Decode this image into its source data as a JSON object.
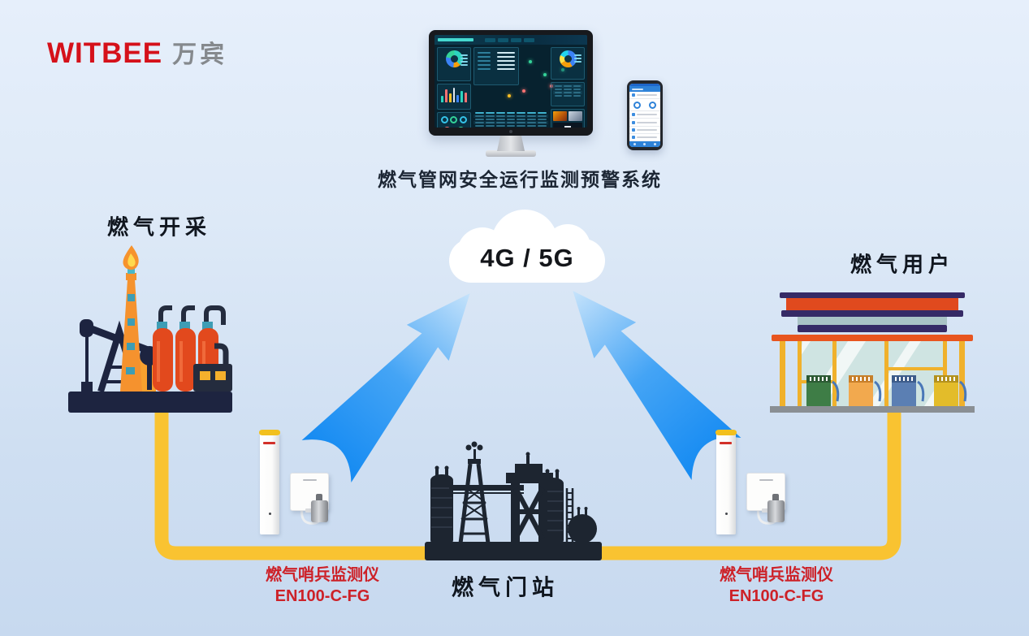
{
  "logo": {
    "brand": "WITBEE",
    "cn": "万宾"
  },
  "system": {
    "title": "燃气管网安全运行监测预警系统"
  },
  "network": {
    "label": "4G / 5G"
  },
  "nodes": {
    "extraction": {
      "label": "燃气开采"
    },
    "users": {
      "label": "燃气用户"
    },
    "gate": {
      "label": "燃气门站"
    }
  },
  "sensors": {
    "left": {
      "name": "燃气哨兵监测仪",
      "model": "EN100-C-FG"
    },
    "right": {
      "name": "燃气哨兵监测仪",
      "model": "EN100-C-FG"
    }
  },
  "colors": {
    "brand_red": "#d5111a",
    "label_red": "#cd2128",
    "pipe_yellow": "#f9c331",
    "arrow_blue": "#1f8bf0",
    "dark_silhouette": "#1d2530",
    "background_blue": "#d3e2f4"
  }
}
